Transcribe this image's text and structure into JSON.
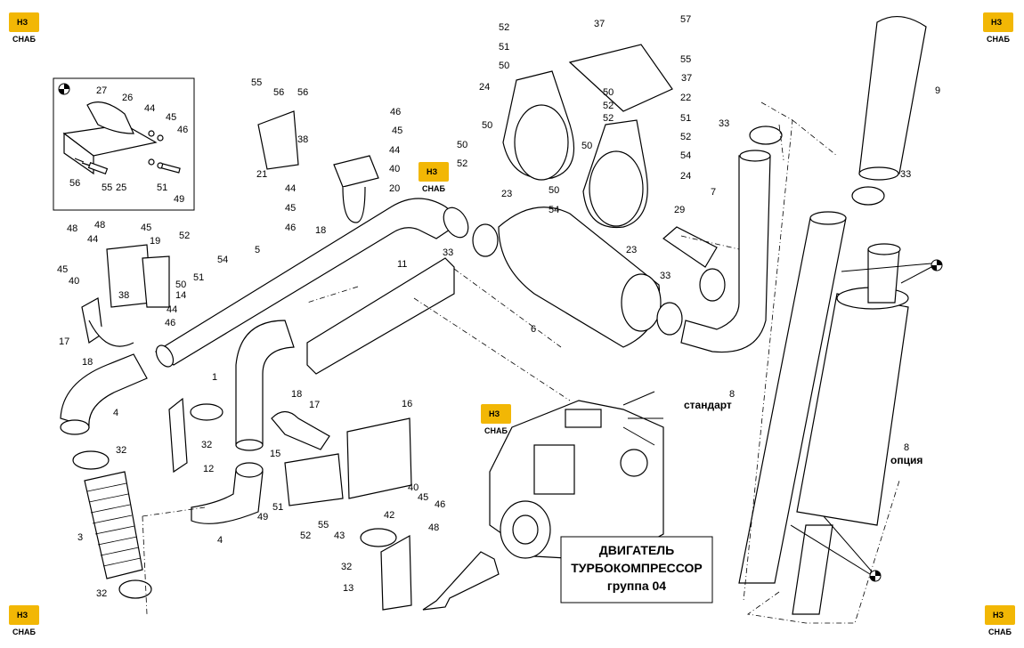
{
  "caption": {
    "line1": "ДВИГАТЕЛЬ",
    "line2": "ТУРБОКОМПРЕССОР",
    "line3": "группа 04"
  },
  "variant_labels": {
    "standard": "стандарт",
    "option": "опция"
  },
  "logo": {
    "mark": "НЗ",
    "word": "СНАБ",
    "color": "#f2b705"
  },
  "callouts": [
    "1",
    "3",
    "4",
    "4",
    "5",
    "6",
    "7",
    "8",
    "8",
    "9",
    "11",
    "12",
    "13",
    "14",
    "15",
    "16",
    "17",
    "17",
    "18",
    "18",
    "18",
    "19",
    "20",
    "21",
    "22",
    "23",
    "23",
    "24",
    "24",
    "25",
    "26",
    "27",
    "29",
    "32",
    "32",
    "32",
    "32",
    "33",
    "33",
    "33",
    "33",
    "37",
    "37",
    "38",
    "38",
    "40",
    "40",
    "40",
    "42",
    "43",
    "44",
    "44",
    "44",
    "44",
    "44",
    "45",
    "45",
    "45",
    "45",
    "45",
    "45",
    "46",
    "46",
    "46",
    "46",
    "46",
    "48",
    "48",
    "48",
    "49",
    "49",
    "50",
    "50",
    "50",
    "50",
    "50",
    "50",
    "50",
    "51",
    "51",
    "51",
    "51",
    "51",
    "52",
    "52",
    "52",
    "52",
    "52",
    "52",
    "52",
    "54",
    "54",
    "54",
    "55",
    "55",
    "55",
    "55",
    "56",
    "56",
    "56",
    "57"
  ]
}
